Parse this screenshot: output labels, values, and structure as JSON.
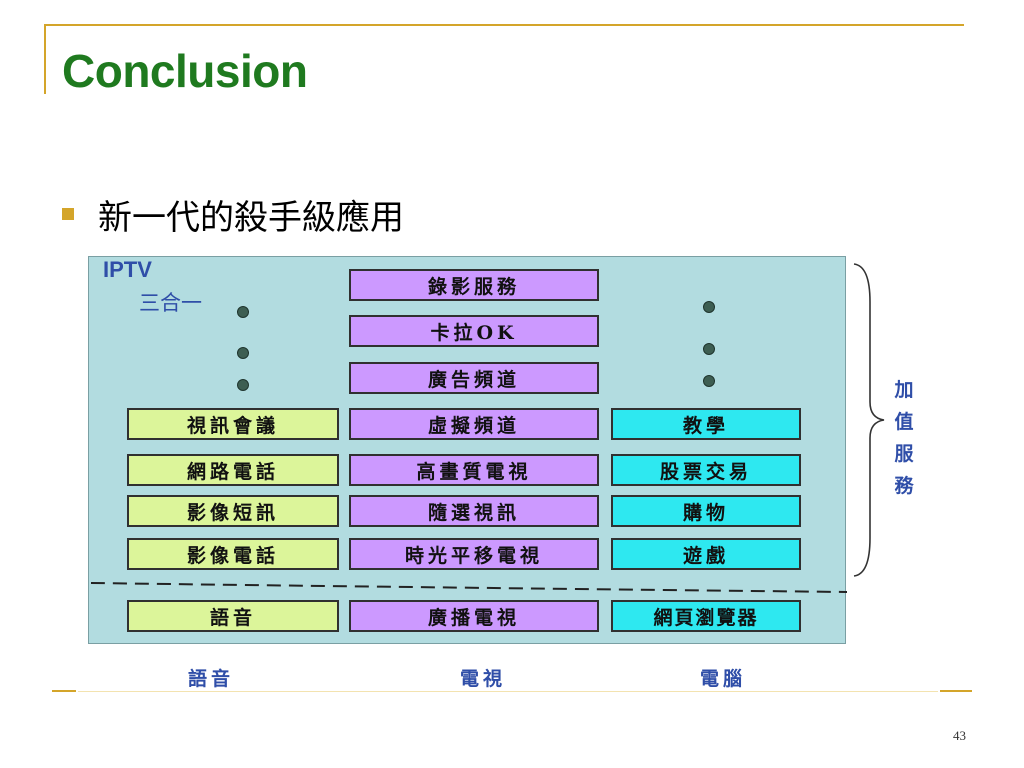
{
  "slide": {
    "title": "Conclusion",
    "bullet": "新一代的殺手級應用",
    "page_number": "43"
  },
  "diagram": {
    "iptv_label": "IPTV",
    "triple_play_label": "三合一",
    "value_added_label": "加值服務",
    "columns": {
      "voice": [
        "視訊會議",
        "網路電話",
        "影像短訊",
        "影像電話"
      ],
      "tv": [
        "錄影服務",
        "卡拉OK",
        "廣告頻道",
        "虛擬頻道",
        "高畫質電視",
        "隨選視訊",
        "時光平移電視"
      ],
      "pc": [
        "教學",
        "股票交易",
        "購物",
        "遊戲"
      ]
    },
    "base_row": [
      "語音",
      "廣播電視",
      "網頁瀏覽器"
    ],
    "bottom_labels": [
      "語音",
      "電視",
      "電腦"
    ],
    "colors": {
      "background": "#b2dce0",
      "voice_box": "#dcf59a",
      "tv_box": "#cc99ff",
      "pc_box": "#2ee8f0",
      "label_blue": "#2f4ea8",
      "title_green": "#1f7a1f",
      "accent_gold": "#d4a52a"
    }
  }
}
